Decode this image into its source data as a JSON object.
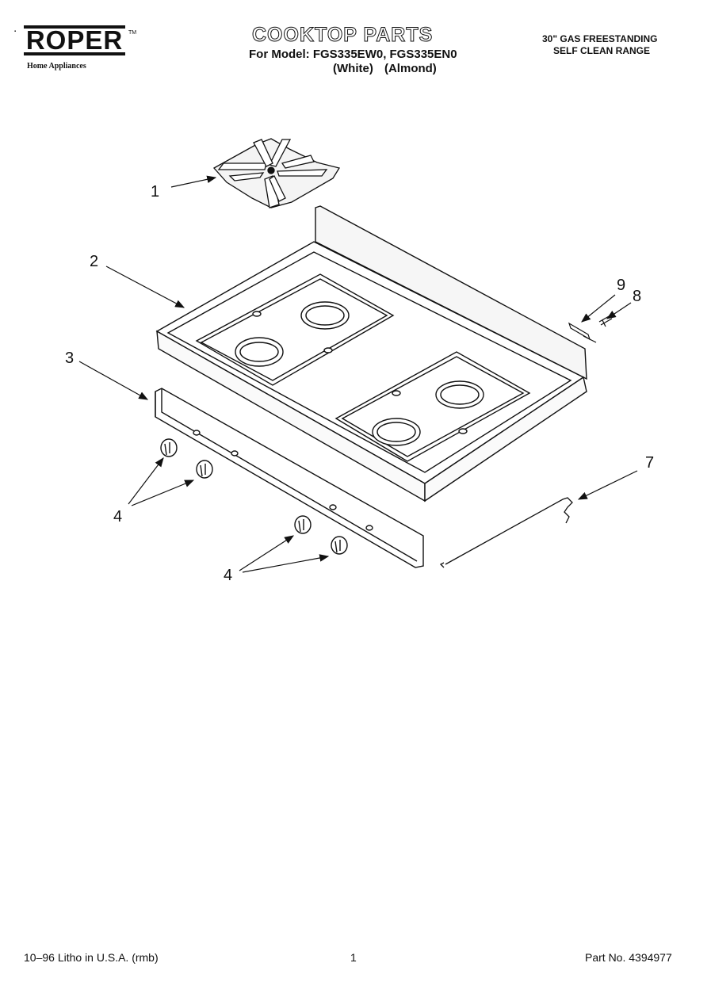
{
  "header": {
    "brand": "ROPER",
    "brand_mark": "TM",
    "brand_subtitle": "Home Appliances",
    "title": "COOKTOP PARTS",
    "model_line": "For Model: FGS335EW0, FGS335EN0",
    "color_line": "(White)  (Almond)",
    "range_line_1": "30\" GAS FREESTANDING",
    "range_line_2": "SELF CLEAN RANGE"
  },
  "callouts": {
    "c1": "1",
    "c2": "2",
    "c3": "3",
    "c4a": "4",
    "c4b": "4",
    "c7": "7",
    "c8": "8",
    "c9": "9"
  },
  "footer": {
    "print_info": "10–96 Litho in U.S.A. (rmb)",
    "page_number": "1",
    "part_number": "Part No. 4394977"
  }
}
